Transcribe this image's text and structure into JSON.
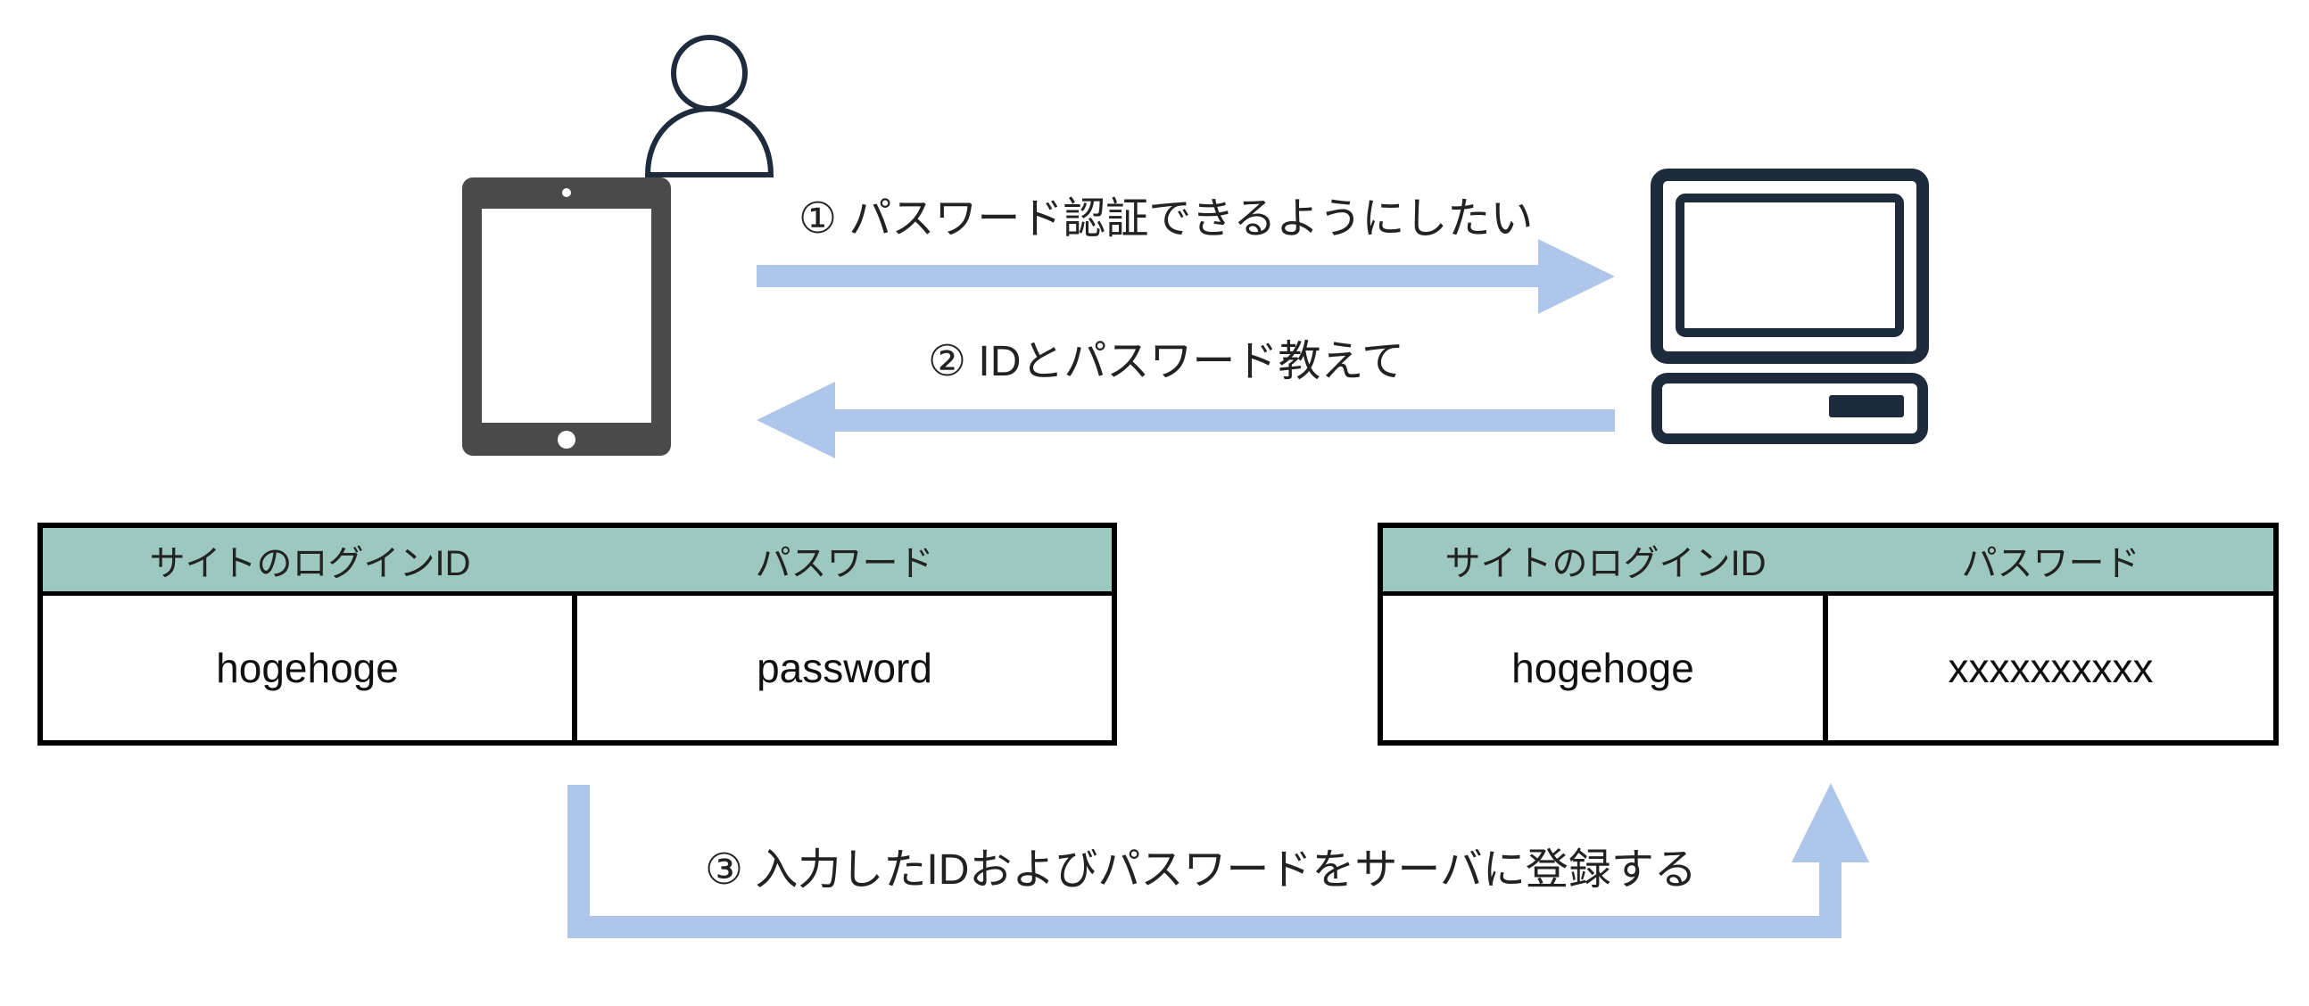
{
  "colors": {
    "arrow": "#aec6ea",
    "icon_dark": "#4a4a4a",
    "icon_navy": "#1e2b3c",
    "table_header": "#9dc8bf"
  },
  "icons": {
    "user": "person-icon",
    "tablet": "tablet-icon",
    "server": "desktop-computer-icon"
  },
  "steps": {
    "step1": "① パスワード認証できるようにしたい",
    "step2": "② IDとパスワード教えて",
    "step3": "③ 入力したIDおよびパスワードをサーバに登録する"
  },
  "client_table": {
    "headers": [
      "サイトのログインID",
      "パスワード"
    ],
    "row": [
      "hogehoge",
      "password"
    ]
  },
  "server_table": {
    "headers": [
      "サイトのログインID",
      "パスワード"
    ],
    "row": [
      "hogehoge",
      "xxxxxxxxxx"
    ]
  }
}
